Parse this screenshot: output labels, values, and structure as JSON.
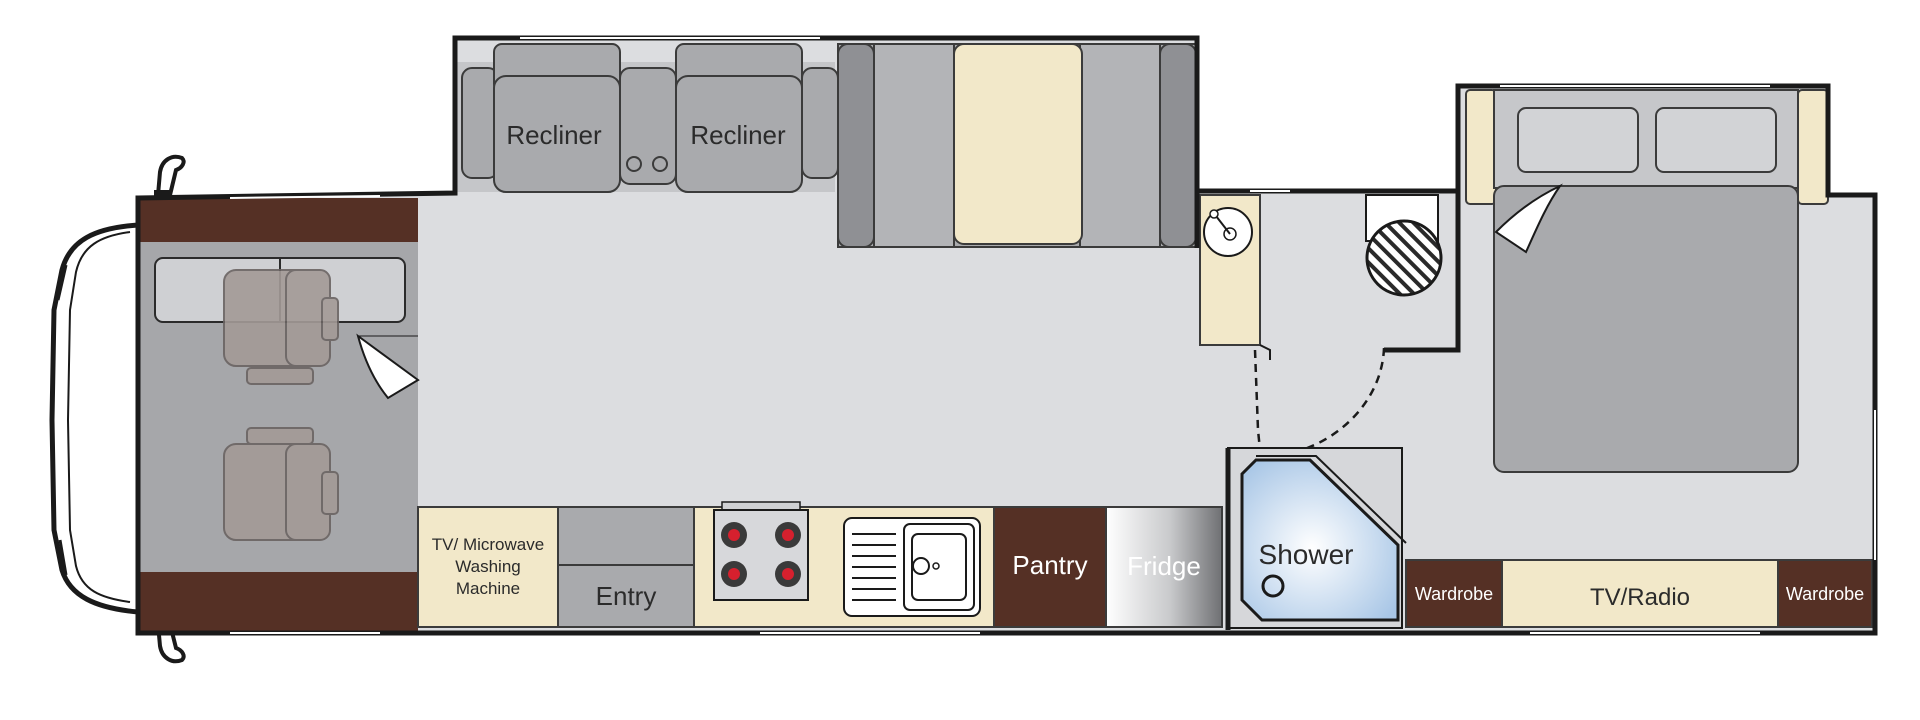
{
  "labels": {
    "recliner_left": "Recliner",
    "recliner_right": "Recliner",
    "tv_microwave_line1": "TV/ Microwave",
    "tv_microwave_line2": "Washing",
    "tv_microwave_line3": "Machine",
    "entry": "Entry",
    "pantry": "Pantry",
    "fridge": "Fridge",
    "shower": "Shower",
    "wardrobe_left": "Wardrobe",
    "tv_radio": "TV/Radio",
    "wardrobe_right": "Wardrobe"
  },
  "colors": {
    "floor": "#dcdde0",
    "wall": "#1a1a1a",
    "dark_wood": "#553025",
    "cream": "#f2e8c9",
    "seat_gray": "#a9aaad",
    "seat_dark": "#8f9094",
    "cab_gray": "#a6a7aa",
    "shower_blue": "#b9d3ec",
    "burner_red": "#d6202e"
  }
}
